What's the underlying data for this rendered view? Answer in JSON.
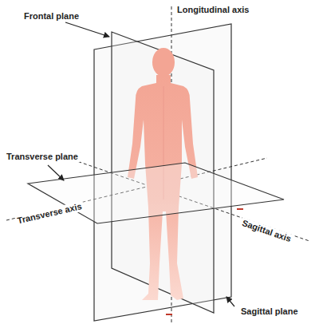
{
  "diagram": {
    "labels": [
      "Frontal plane",
      "Longitudinal axis",
      "Transverse plane",
      "Transverse axis",
      "Sagittal axis",
      "Sagittal plane"
    ]
  }
}
